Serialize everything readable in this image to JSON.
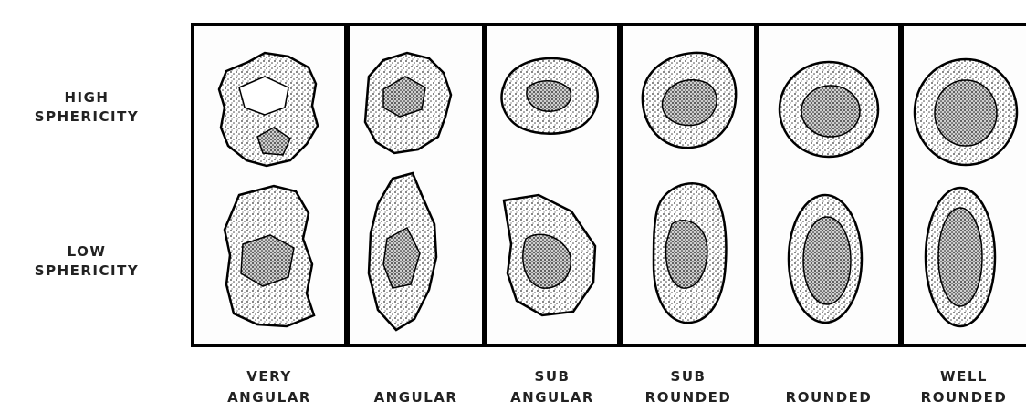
{
  "rows": [
    {
      "line1": "HIGH",
      "line2": "SPHERICITY"
    },
    {
      "line1": "LOW",
      "line2": "SPHERICITY"
    }
  ],
  "columns": [
    {
      "line1": "VERY",
      "line2": "ANGULAR"
    },
    {
      "line1": "",
      "line2": "ANGULAR"
    },
    {
      "line1": "SUB",
      "line2": "ANGULAR"
    },
    {
      "line1": "SUB",
      "line2": "ROUNDED"
    },
    {
      "line1": "",
      "line2": "ROUNDED"
    },
    {
      "line1": "WELL",
      "line2": "ROUNDED"
    }
  ]
}
